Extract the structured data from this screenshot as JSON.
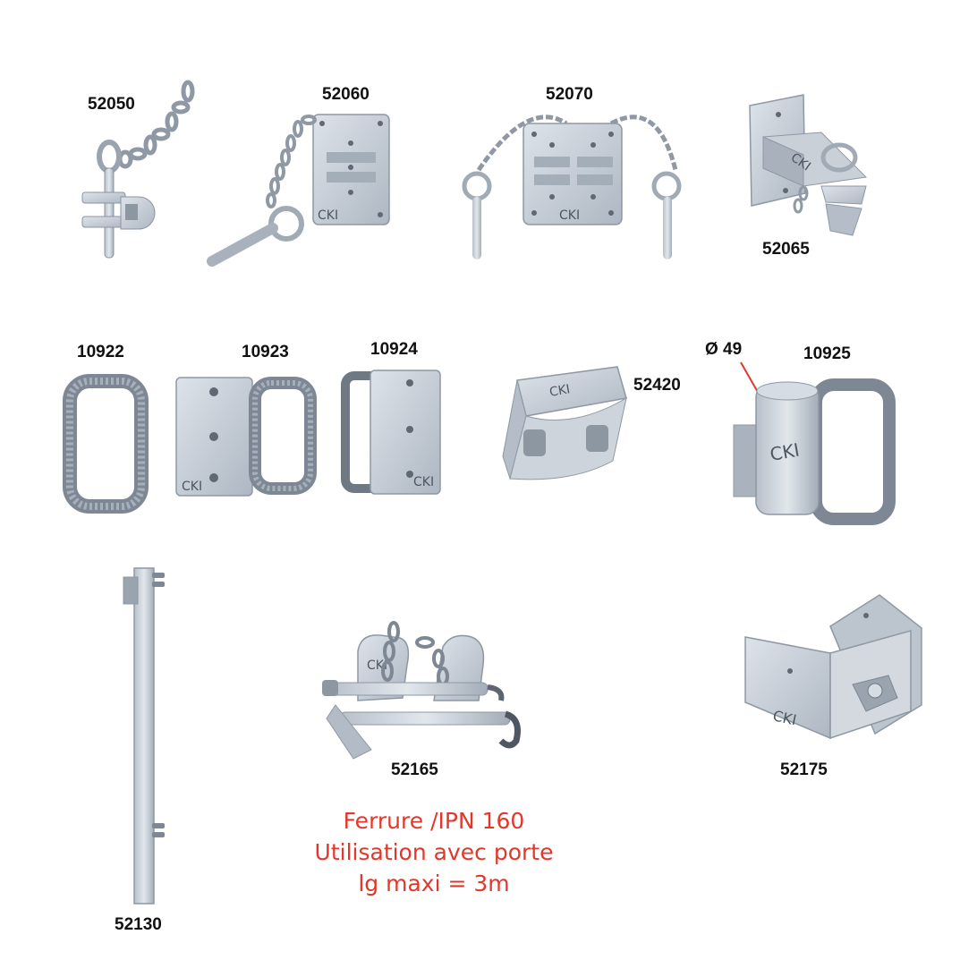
{
  "parts": [
    {
      "code": "52050"
    },
    {
      "code": "52060",
      "mark": "CKI"
    },
    {
      "code": "52070",
      "mark": "CKI"
    },
    {
      "code": "52065",
      "mark": "CKI"
    },
    {
      "code": "10922"
    },
    {
      "code": "10923",
      "mark": "CKI"
    },
    {
      "code": "10924",
      "mark": "CKI"
    },
    {
      "code": "52420",
      "mark": "CKI"
    },
    {
      "code": "10925",
      "mark": "CKI",
      "dimension": "Ø 49"
    },
    {
      "code": "52130"
    },
    {
      "code": "52165",
      "mark": "CKI"
    },
    {
      "code": "52175",
      "mark": "CKI"
    }
  ],
  "note": {
    "line1": "Ferrure /IPN 160",
    "line2": "Utilisation avec porte",
    "line3": "lg maxi = 3m"
  },
  "colors": {
    "metal": "#c3cbd4",
    "metal_dark": "#7d8793",
    "note": "#e2372b"
  }
}
